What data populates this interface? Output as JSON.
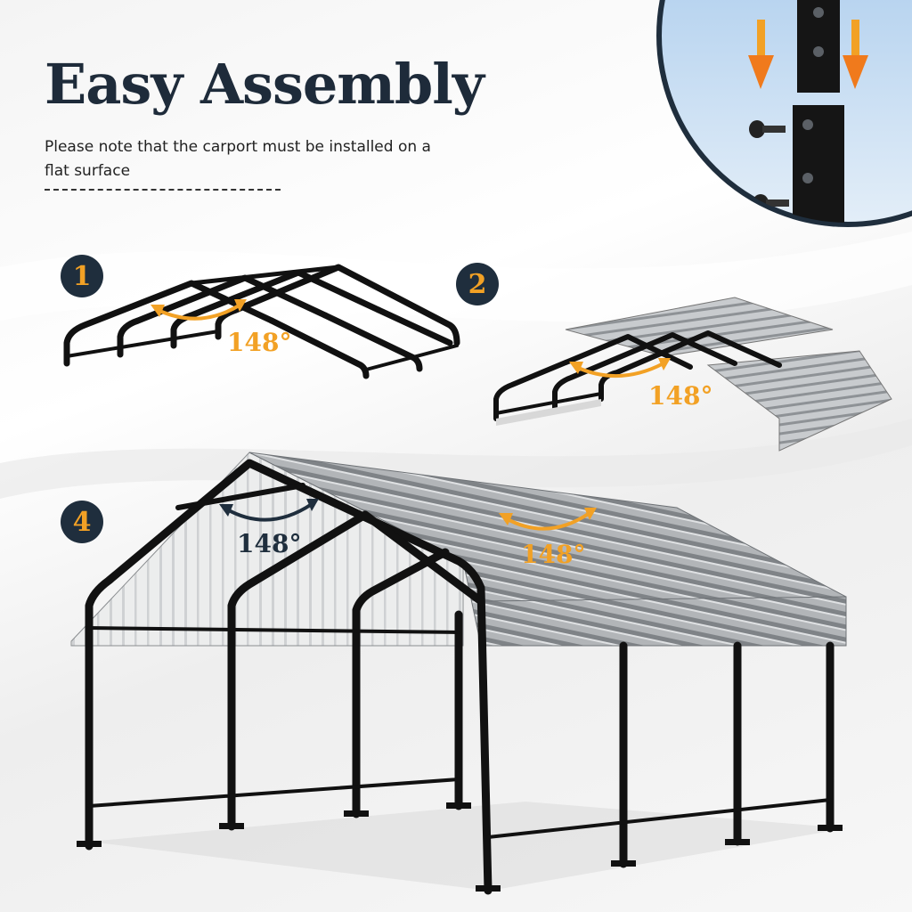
{
  "title": "Easy Assembly",
  "subtitle": "Please note that the carport must be installed on a flat surface",
  "steps": [
    {
      "number": "1",
      "angle": "148°"
    },
    {
      "number": "2",
      "angle": "148°"
    },
    {
      "number": "4",
      "angle_gable": "148°",
      "angle_roof": "148°"
    }
  ],
  "colors": {
    "navy": "#1f2e3d",
    "orange": "#f2a125",
    "steel": "#111111",
    "panel": "#b9bcbf"
  },
  "icons": [
    "step-badge",
    "angle-arrow",
    "down-arrow",
    "bolt"
  ]
}
